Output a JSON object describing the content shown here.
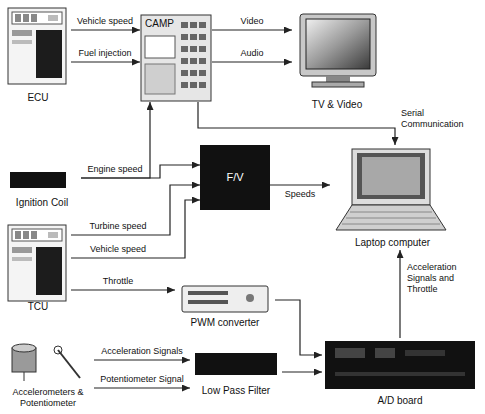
{
  "diagram": {
    "nodes": [
      {
        "text": [
          "ECU"
        ]
      },
      {
        "text": [
          "CAMP"
        ]
      },
      {
        "text": [
          "TV & Video"
        ]
      },
      {
        "text": [
          "Ignition Coil"
        ]
      },
      {
        "text": [
          "F/V"
        ]
      },
      {
        "text": [
          "Laptop computer"
        ]
      },
      {
        "text": [
          "TCU"
        ]
      },
      {
        "text": [
          "PWM converter"
        ]
      },
      {
        "text": [
          "Accelerometers & Potentiometer"
        ]
      },
      {
        "text": [
          "Low Pass Filter"
        ]
      },
      {
        "text": [
          "A/D board"
        ]
      }
    ],
    "edges": [
      {
        "from": 0,
        "to": 1,
        "arrow": "to",
        "label": "Vehicle speed"
      },
      {
        "from": 0,
        "to": 1,
        "arrow": "to",
        "label": "Fuel injection"
      },
      {
        "from": 1,
        "to": 2,
        "arrow": "to",
        "label": "Video"
      },
      {
        "from": 1,
        "to": 2,
        "arrow": "to",
        "label": "Audio"
      },
      {
        "from": 3,
        "to": 1,
        "arrow": "to"
      },
      {
        "from": 3,
        "to": 4,
        "arrow": "to",
        "label": "Engine speed"
      },
      {
        "from": 6,
        "to": 4,
        "arrow": "to",
        "label": "Turbine speed"
      },
      {
        "from": 6,
        "to": 4,
        "arrow": "to",
        "label": "Vehicle speed"
      },
      {
        "from": 1,
        "to": 5,
        "arrow": "to",
        "label": "Serial Communication"
      },
      {
        "from": 4,
        "to": 5,
        "arrow": "to",
        "label": "Speeds"
      },
      {
        "from": 6,
        "to": 7,
        "arrow": "to",
        "label": "Throttle"
      },
      {
        "from": 7,
        "to": 10,
        "arrow": "to"
      },
      {
        "from": 8,
        "to": 9,
        "arrow": "to",
        "label": "Acceleration Signals"
      },
      {
        "from": 8,
        "to": 9,
        "arrow": "to",
        "label": "Potentiometer Signal"
      },
      {
        "from": 9,
        "to": 10,
        "arrow": "to"
      },
      {
        "from": 10,
        "to": 5,
        "arrow": "to",
        "label": "Acceleration Signals and Throttle"
      }
    ]
  }
}
